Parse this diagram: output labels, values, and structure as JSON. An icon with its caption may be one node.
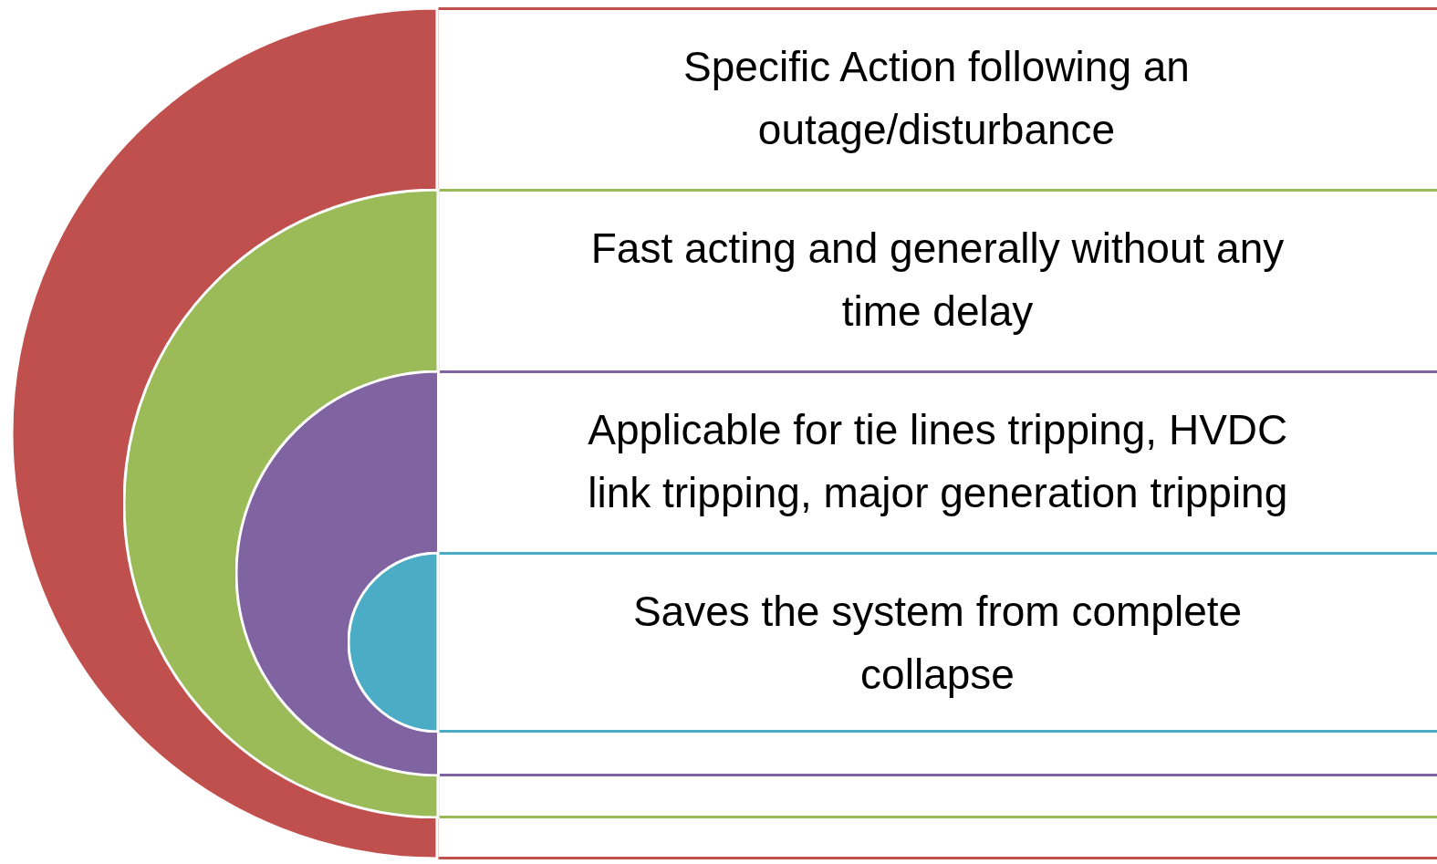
{
  "diagram": {
    "nodes": [
      {
        "text": [
          "Specific Action following an outage/disturbance"
        ]
      },
      {
        "text": [
          "Fast acting and generally without any time delay"
        ],
        "in": 0
      },
      {
        "text": [
          "Applicable for tie lines tripping, HVDC link tripping, major generation tripping"
        ],
        "in": 1
      },
      {
        "text": [
          "Saves the system from complete collapse"
        ],
        "in": 2
      }
    ]
  }
}
